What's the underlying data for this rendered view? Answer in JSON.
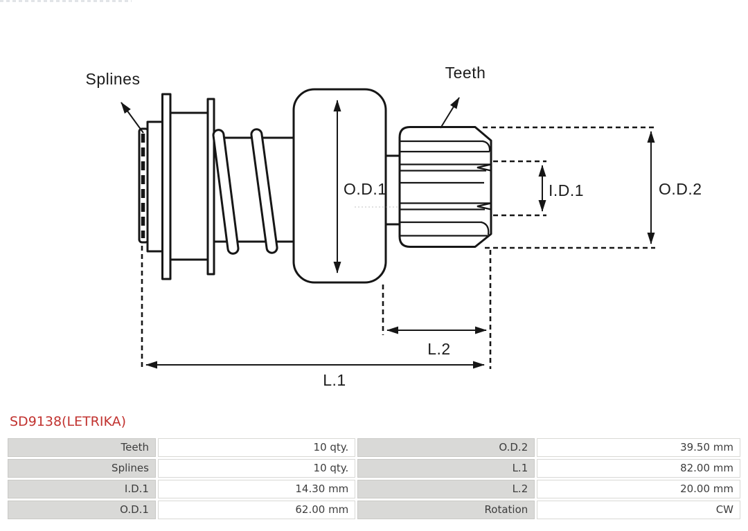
{
  "page": {
    "background": "#ffffff"
  },
  "part": {
    "number": "SD9138(LETRIKA)",
    "number_color": "#c1322f"
  },
  "diagram": {
    "stroke_color": "#161616",
    "labels": {
      "splines": "Splines",
      "teeth": "Teeth",
      "od1": "O.D.1",
      "id1": "I.D.1",
      "od2": "O.D.2",
      "l2": "L.2",
      "l1": "L.1"
    }
  },
  "spec_table": {
    "label_bg": "#d9d9d7",
    "value_bg": "#ffffff",
    "rows": [
      {
        "label1": "Teeth",
        "value1": "10 qty.",
        "label2": "O.D.2",
        "value2": "39.50 mm"
      },
      {
        "label1": "Splines",
        "value1": "10 qty.",
        "label2": "L.1",
        "value2": "82.00 mm"
      },
      {
        "label1": "I.D.1",
        "value1": "14.30 mm",
        "label2": "L.2",
        "value2": "20.00 mm"
      },
      {
        "label1": "O.D.1",
        "value1": "62.00 mm",
        "label2": "Rotation",
        "value2": "CW"
      }
    ]
  }
}
